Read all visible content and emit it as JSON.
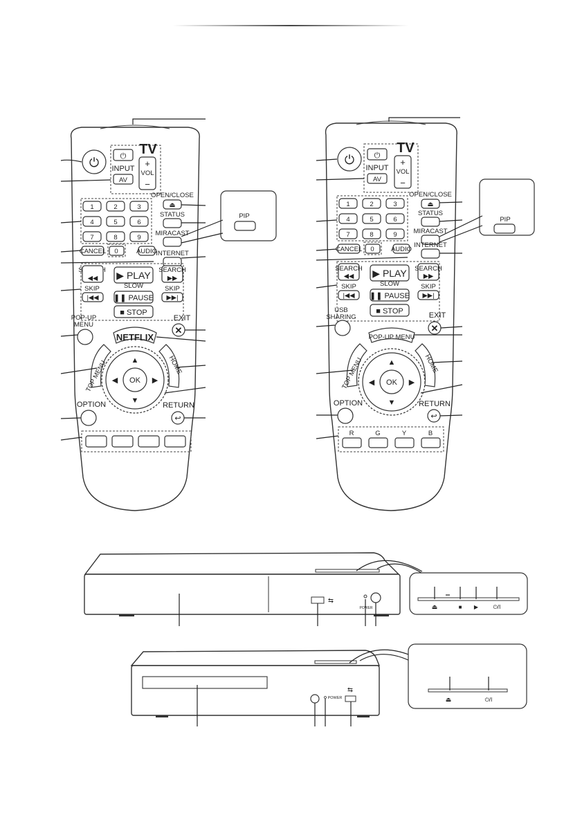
{
  "tv": "TV",
  "vol": "VOL",
  "plus": "+",
  "minus": "−",
  "input": "INPUT",
  "av": "AV",
  "open_close": "OPEN/CLOSE",
  "status": "STATUS",
  "miracast": "MIRACAST",
  "internet": "INTERNET",
  "cancel": "CANCEL",
  "audio": "AUDIO",
  "pip": "PIP",
  "search": "SEARCH",
  "skip": "SKIP",
  "slow": "SLOW",
  "play": "▶ PLAY",
  "pause": "❚❚ PAUSE",
  "stop": "■ STOP",
  "exit": "EXIT",
  "popup_menu_left": [
    "POP-UP",
    "MENU"
  ],
  "popup_menu_right": "POP-UP MENU",
  "usb_sharing": [
    "USB",
    "SHARING"
  ],
  "netflix": "NETFLIX",
  "top_menu": "TOP MENU",
  "home": "HOME",
  "ok": "OK",
  "option": "OPTION",
  "return": "RETURN",
  "digits": [
    "1",
    "2",
    "3",
    "4",
    "5",
    "6",
    "7",
    "8",
    "9",
    "0"
  ],
  "color_keys": [
    "R",
    "G",
    "Y",
    "B"
  ],
  "power_label": "POWER"
}
